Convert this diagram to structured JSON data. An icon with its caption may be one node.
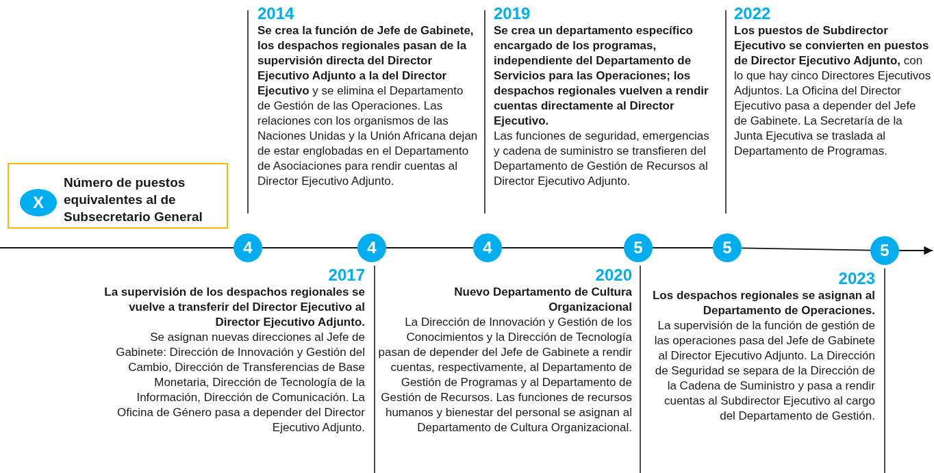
{
  "diagram": {
    "nodes": [
      {
        "text": [
          "Número de puestos equivalentes al de Subsecretario General"
        ]
      },
      {
        "text": [
          "X"
        ],
        "in": 0
      },
      {
        "text": [
          "4"
        ],
        "beside": [
          "2014",
          "**Se crea la función de Jefe de Gabinete, los despachos regionales pasan de la supervisión directa del Director Ejecutivo Adjunto a la del Director Ejecutivo** y se elimina el Departamento de Gestión de las Operaciones. Las relaciones con los organismos de las Naciones Unidas y la Unión Africana dejan de estar englobadas en el Departamento de Asociaciones para rendir cuentas al Director Ejecutivo Adjunto."
        ]
      },
      {
        "text": [
          "4"
        ],
        "beside": [
          "2017",
          "La supervisión de los despachos regionales se vuelve a transferir del Director Ejecutivo al Director Ejecutivo Adjunto.",
          "Se asignan nuevas direcciones al Jefe de Gabinete: Dirección de Innovación y Gestión del Cambio, Dirección de Transferencias de Base Monetaria, Dirección de Tecnología de la Información, Dirección de Comunicación. La Oficina de Género pasa a depender del Director Ejecutivo Adjunto."
        ]
      },
      {
        "text": [
          "4"
        ],
        "beside": [
          "2019",
          "Se crea un departamento específico encargado de los programas, independiente del Departamento de Servicios para las Operaciones; los despachos regionales vuelven a rendir cuentas directamente al Director Ejecutivo.",
          "Las funciones de seguridad, emergencias y cadena de suministro se transfieren del Departamento de Gestión de Recursos al Director Ejecutivo Adjunto."
        ]
      },
      {
        "text": [
          "5"
        ],
        "beside": [
          "2020",
          "Nuevo Departamento de Cultura Organizacional",
          "La Dirección de Innovación y Gestión de los Conocimientos y la Dirección de Tecnología pasan de depender del Jefe de Gabinete a rendir cuentas, respectivamente, al Departamento de Gestión de Programas y al Departamento de Gestión de Recursos. Las funciones de recursos humanos y bienestar del personal se asignan al Departamento de Cultura Organizacional."
        ]
      },
      {
        "text": [
          "5"
        ],
        "beside": [
          "2022",
          "**Los puestos de Subdirector Ejecutivo se convierten en puestos de Director Ejecutivo Adjunto,** con lo que hay cinco Directores Ejecutivos Adjuntos. La Oficina del Director Ejecutivo pasa a depender del Jefe de Gabinete. La Secretaría de la Junta Ejecutiva se traslada al Departamento de Programas."
        ]
      },
      {
        "text": [
          "5"
        ],
        "beside": [
          "2023",
          "Los despachos regionales se asignan al Departamento de Operaciones.",
          "La supervisión de la función de gestión de las operaciones pasa del Jefe de Gabinete al Director Ejecutivo Adjunto. La Dirección de Seguridad se separa de la Dirección de la Cadena de Suministro y pasa a rendir cuentas al Subdirector Ejecutivo al cargo del Departamento de Gestión."
        ]
      }
    ],
    "edges": [
      {
        "from": null,
        "to": 2,
        "arrow": "none"
      },
      {
        "from": 2,
        "to": 3,
        "arrow": "none"
      },
      {
        "from": 3,
        "to": 4,
        "arrow": "none"
      },
      {
        "from": 4,
        "to": 5,
        "arrow": "none"
      },
      {
        "from": 5,
        "to": 6,
        "arrow": "none"
      },
      {
        "from": 6,
        "to": 7,
        "arrow": "none"
      },
      {
        "from": 7,
        "to": null,
        "arrow": "to"
      }
    ]
  }
}
